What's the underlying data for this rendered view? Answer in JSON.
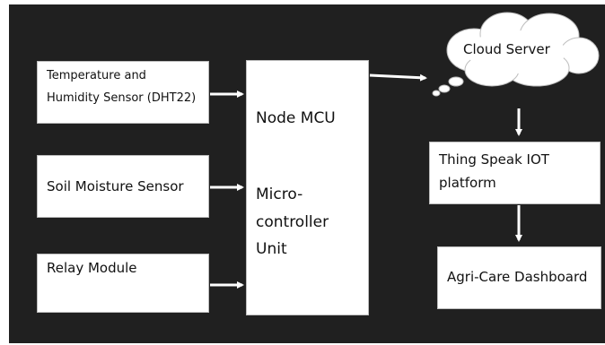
{
  "blocks": {
    "temp_sensor": {
      "line1": "Temperature and",
      "line2": "Humidity Sensor (DHT22)"
    },
    "soil_sensor": {
      "label": "Soil Moisture Sensor"
    },
    "relay": {
      "label": "Relay Module"
    },
    "mcu": {
      "title": "Node MCU",
      "line1": "Micro-",
      "line2": "controller",
      "line3": "Unit"
    },
    "cloud": {
      "label": "Cloud Server"
    },
    "thingspeak": {
      "line1": "Thing Speak IOT",
      "line2": "platform"
    },
    "dashboard": {
      "label": "Agri-Care Dashboard"
    }
  },
  "colors": {
    "background": "#202020",
    "box": "#ffffff",
    "arrow": "#ffffff"
  }
}
